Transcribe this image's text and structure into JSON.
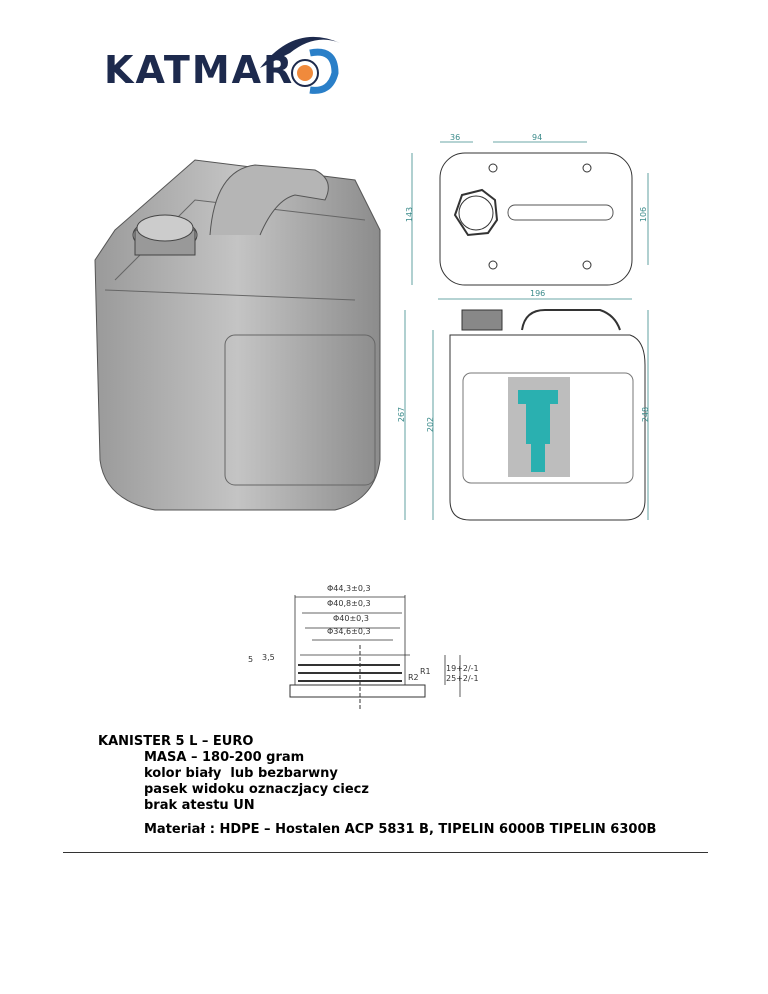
{
  "logo": {
    "text": "KATMAR"
  },
  "drawing_dimensions": {
    "top_view": [
      "36",
      "94",
      "143",
      "106",
      "196"
    ],
    "side_view": [
      "267",
      "202",
      "248"
    ],
    "neck": [
      "Φ44,3±0,3",
      "Φ40,8±0,3",
      "Φ40±0,3",
      "Φ34,6±0,3",
      "5",
      "3,5",
      "19+2/-1",
      "25+2/-1",
      "R2",
      "R1"
    ]
  },
  "spec": {
    "title": "KANISTER 5 L – EURO",
    "lines": [
      "MASA – 180-200 gram",
      "kolor biały  lub bezbarwny",
      "pasek widoku oznaczjacy ciecz",
      "brak atestu UN"
    ],
    "material": "Materiał : HDPE – Hostalen ACP 5831 B, TIPELIN 6000B TIPELIN 6300B"
  },
  "colors": {
    "navy": "#1d2a4d",
    "orange": "#f08a3c",
    "blue": "#2a7fc8",
    "teal": "#2ab0b0"
  }
}
